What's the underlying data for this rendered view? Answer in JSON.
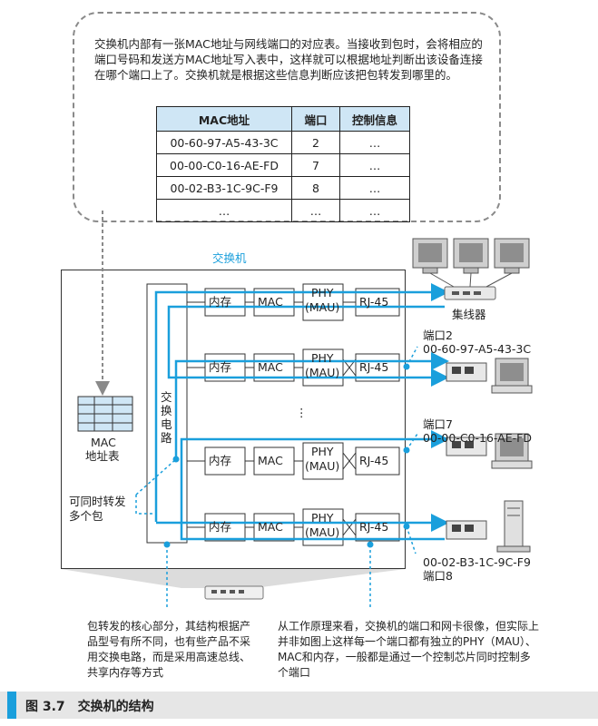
{
  "intro_text": "交换机内部有一张MAC地址与网线端口的对应表。当接收到包时，会将相应的端口号码和发送方MAC地址写入表中，这样就可以根据地址判断出该设备连接在哪个端口上了。交换机就是根据这些信息判断应该把包转发到哪里的。",
  "mac_table": {
    "headers": [
      "MAC地址",
      "端口",
      "控制信息"
    ],
    "rows": [
      [
        "00-60-97-A5-43-3C",
        "2",
        "…"
      ],
      [
        "00-00-C0-16-AE-FD",
        "7",
        "…"
      ],
      [
        "00-02-B3-1C-9C-F9",
        "8",
        "…"
      ],
      [
        "…",
        "…",
        "…"
      ]
    ]
  },
  "switch_label": "交换机",
  "switch_circuit_label": "交换电路",
  "mac_table_label": [
    "MAC",
    "地址表"
  ],
  "multi_forward_label": [
    "可同时转发",
    "多个包"
  ],
  "port_blocks": [
    "内存",
    "MAC",
    "PHY",
    "(MAU)",
    "RJ-45"
  ],
  "vdots": "⋮",
  "hub_label": "集线器",
  "ports": [
    {
      "port": "端口2",
      "mac": "00-60-97-A5-43-3C"
    },
    {
      "port": "端口7",
      "mac": "00-00-C0-16-AE-FD"
    },
    {
      "port": "端口8",
      "mac": "00-02-B3-1C-9C-F9"
    }
  ],
  "note_left": "包转发的核心部分，其结构根据产品型号有所不同，也有些产品不采用交换电路，而是采用高速总线、共享内存等方式",
  "note_right": "从工作原理来看，交换机的端口和网卡很像，但实际上并非如图上这样每一个端口都有独立的PHY（MAU）、MAC和内存，一般都是通过一个控制芯片同时控制多个端口",
  "caption": "图 3.7　交换机的结构",
  "colors": {
    "accent": "#1a9fdc",
    "table_header": "#cfe6f5",
    "gray": "#8a8a8a"
  }
}
